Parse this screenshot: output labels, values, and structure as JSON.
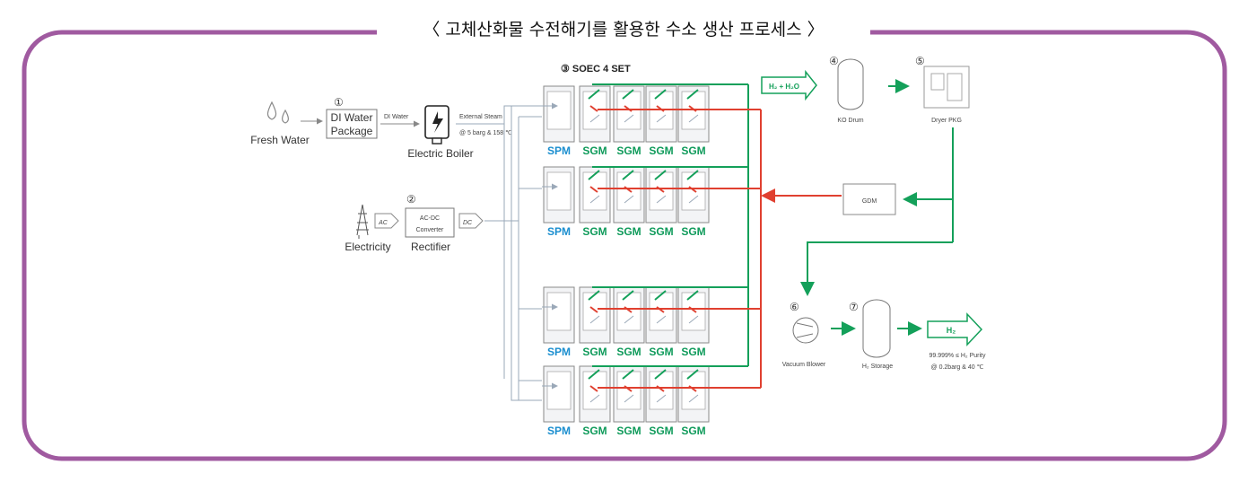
{
  "title": "〈 고체산화물 수전해기를 활용한 수소 생산 프로세스 〉",
  "colors": {
    "frame": "#a05aa0",
    "green": "#14a05a",
    "red": "#e04030",
    "grey": "#9aa8b8",
    "spm": "#1a8ecf",
    "sgm": "#0e9a5a"
  },
  "inputs": {
    "fresh_water": "Fresh Water",
    "step1_num": "①",
    "di_water_package": [
      "DI Water",
      "Package"
    ],
    "di_water_flow": "DI Water",
    "electric_boiler": "Electric Boiler",
    "external_steam": "External Steam",
    "steam_condition": "@ 5 barg & 158 ℃",
    "electricity": "Electricity",
    "ac": "AC",
    "step2_num": "②",
    "converter": [
      "AC-DC",
      "Converter"
    ],
    "rectifier": "Rectifier",
    "dc": "DC"
  },
  "soec": {
    "heading": "③ SOEC 4 SET",
    "rows": [
      [
        "SPM",
        "SGM",
        "SGM",
        "SGM",
        "SGM"
      ],
      [
        "SPM",
        "SGM",
        "SGM",
        "SGM",
        "SGM"
      ],
      [
        "SPM",
        "SGM",
        "SGM",
        "SGM",
        "SGM"
      ],
      [
        "SPM",
        "SGM",
        "SGM",
        "SGM",
        "SGM"
      ]
    ]
  },
  "outputs": {
    "h2_h2o": "H₂ + H₂O",
    "step4_num": "④",
    "ko_drum": "KO Drum",
    "step5_num": "⑤",
    "dryer_pkg": "Dryer PKG",
    "gdm": "GDM",
    "step6_num": "⑥",
    "vacuum_blower": "Vacuum Blower",
    "step7_num": "⑦",
    "h2_storage": "H₂ Storage",
    "h2_product": "H₂",
    "purity": "99.999% ≤ H₂ Purity",
    "product_condition": "@ 0.2barg & 40 ℃"
  }
}
